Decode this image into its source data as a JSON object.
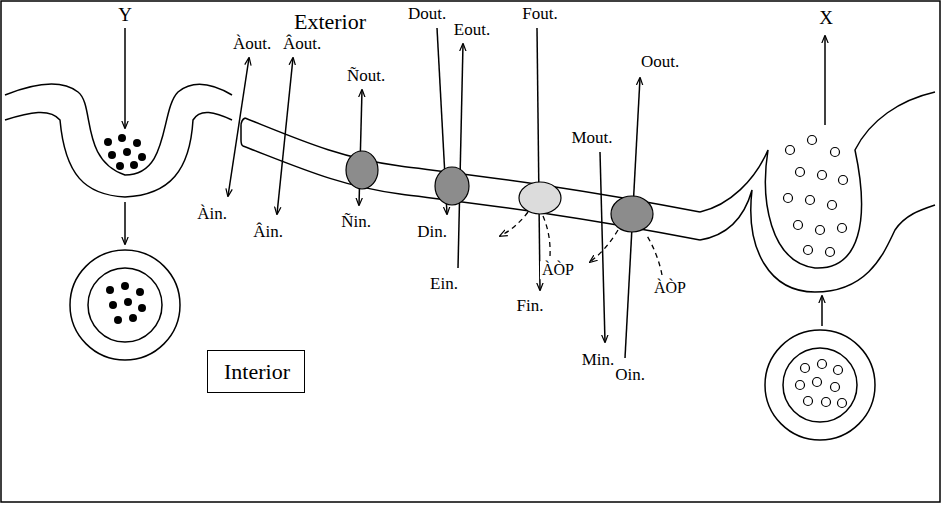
{
  "diagram": {
    "nodes": [
      {
        "text": [
          "Interior"
        ]
      }
    ],
    "labels": [
      "Exterior",
      "Y",
      "X",
      "Àout.",
      "Âout.",
      "Ñout.",
      "Dout.",
      "Eout.",
      "Fout.",
      "Mout.",
      "Oout.",
      "Àin.",
      "Âin.",
      "Ñin.",
      "Din.",
      "Ein.",
      "Fin.",
      "ÀÒP",
      "ÀÒP",
      "Min.",
      "Oin."
    ]
  }
}
